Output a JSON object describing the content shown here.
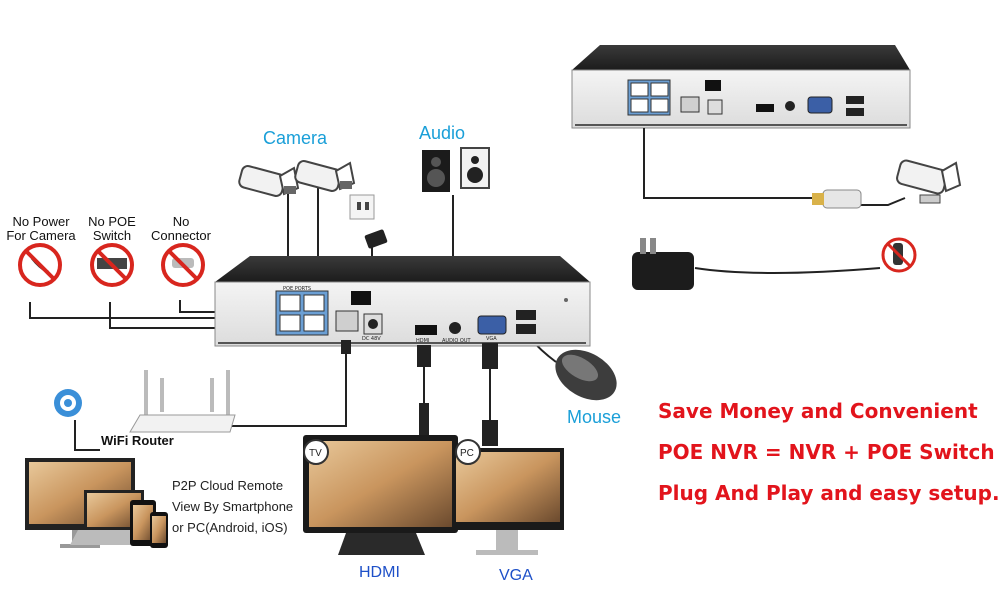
{
  "labels": {
    "camera": "Camera",
    "audio": "Audio",
    "mouse": "Mouse",
    "hdmi": "HDMI",
    "vga": "VGA",
    "wifi_router": "WiFi Router",
    "no_power_line1": "No Power",
    "no_power_line2": "For Camera",
    "no_poe_line1": "No POE",
    "no_poe_line2": "Switch",
    "no_connector_line1": "No",
    "no_connector_line2": "Connector",
    "p2p_line1": "P2P Cloud Remote",
    "p2p_line2": "View By Smartphone",
    "p2p_line3": "or PC(Android, iOS)",
    "tv_badge": "TV",
    "pc_badge": "PC"
  },
  "slogans": {
    "line1": "Save Money and Convenient",
    "line2": "POE NVR = NVR + POE Switch ,",
    "line3": "Plug And Play and easy setup."
  },
  "panel_labels": {
    "poe_ports": "POE PORTS",
    "hdmi_out": "HDMI",
    "audio_out": "AUDIO OUT",
    "vga": "VGA",
    "dc": "DC 48V"
  },
  "colors": {
    "cyan_label": "#1a9fd8",
    "red_slogan": "#e2141c",
    "blue_caption": "#1e50c8",
    "poe_port_blue": "#6b9fd4",
    "prohibit_red": "#d8261e"
  }
}
